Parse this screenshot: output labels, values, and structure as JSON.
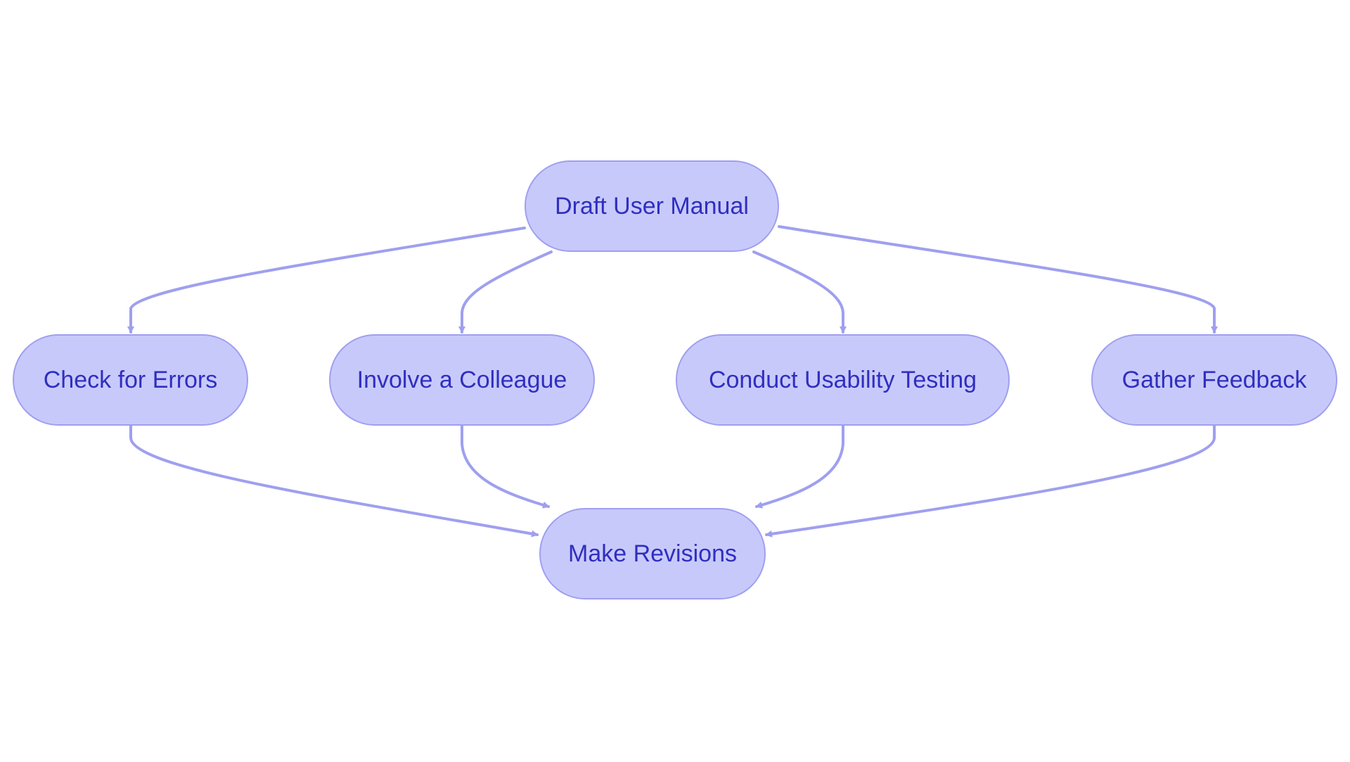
{
  "diagram": {
    "type": "flowchart",
    "direction": "top-to-bottom",
    "colors": {
      "node_fill": "#c8c9fb",
      "node_border": "#9f9ff0",
      "node_text": "#2f2fbf",
      "edge": "#9f9ff0",
      "background": "#ffffff"
    },
    "nodes": {
      "draft": {
        "label": "Draft User Manual"
      },
      "errors": {
        "label": "Check for Errors"
      },
      "colleague": {
        "label": "Involve a Colleague"
      },
      "usability": {
        "label": "Conduct Usability Testing"
      },
      "feedback": {
        "label": "Gather Feedback"
      },
      "revisions": {
        "label": "Make Revisions"
      }
    },
    "edges": [
      {
        "from": "draft",
        "to": "errors"
      },
      {
        "from": "draft",
        "to": "colleague"
      },
      {
        "from": "draft",
        "to": "usability"
      },
      {
        "from": "draft",
        "to": "feedback"
      },
      {
        "from": "errors",
        "to": "revisions"
      },
      {
        "from": "colleague",
        "to": "revisions"
      },
      {
        "from": "usability",
        "to": "revisions"
      },
      {
        "from": "feedback",
        "to": "revisions"
      }
    ]
  }
}
